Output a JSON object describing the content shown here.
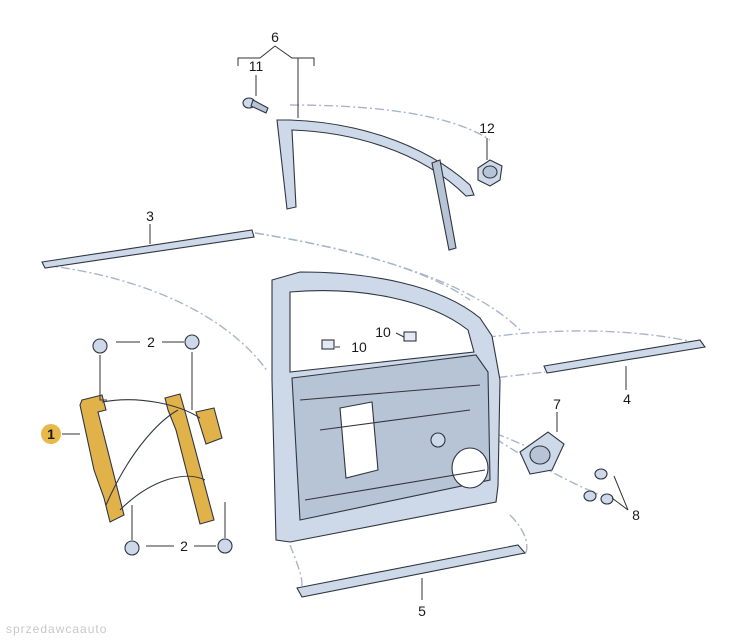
{
  "diagram": {
    "callouts": {
      "c1": "1",
      "c2_top": "2",
      "c2_bottom": "2",
      "c3": "3",
      "c4": "4",
      "c5": "5",
      "c6": "6",
      "c7": "7",
      "c8": "8",
      "c10_left": "10",
      "c10_right": "10",
      "c11": "11",
      "c12": "12"
    },
    "highlight_color": "#e8b84a",
    "part_fill": "#cdd8e8",
    "regulator_fill": "#e2b24a"
  },
  "watermark": "sprzedawcaauto"
}
